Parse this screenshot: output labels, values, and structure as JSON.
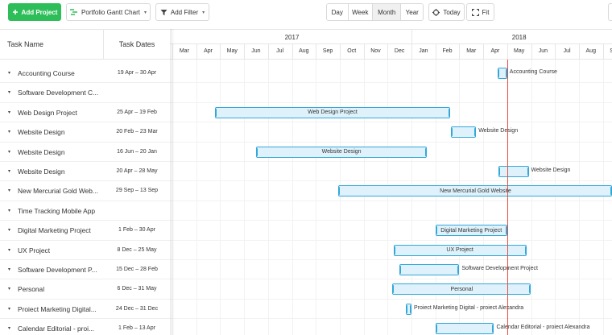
{
  "toolbar": {
    "add_project": "Add Project",
    "view_select": "Portfolio Gantt Chart",
    "add_filter": "Add Filter",
    "scales": [
      "Day",
      "Week",
      "Month",
      "Year"
    ],
    "active_scale": "Month",
    "today": "Today",
    "fit": "Fit"
  },
  "grid": {
    "col_task": "Task Name",
    "col_dates": "Task Dates"
  },
  "timeline": {
    "years": [
      {
        "label": "2017",
        "start": 0
      },
      {
        "label": "2018",
        "start": 10
      }
    ],
    "months": [
      "Mar",
      "Apr",
      "May",
      "Jun",
      "Jul",
      "Aug",
      "Sep",
      "Oct",
      "Nov",
      "Dec",
      "Jan",
      "Feb",
      "Mar",
      "Apr",
      "May",
      "Jun",
      "Jul",
      "Aug",
      "Sep"
    ]
  },
  "rows": [
    {
      "name": "Accounting Course",
      "dates": "19 Apr – 30 Apr",
      "bar": {
        "start": 13.6,
        "end": 14.0,
        "label": "Accounting Course",
        "outside": true
      }
    },
    {
      "name": "Software Development C...",
      "dates": "",
      "bar": null
    },
    {
      "name": "Web Design Project",
      "dates": "25 Apr – 19 Feb",
      "bar": {
        "start": 1.8,
        "end": 11.6,
        "label": "Web Design Project",
        "outside": false
      }
    },
    {
      "name": "Website Design",
      "dates": "20 Feb – 23 Mar",
      "bar": {
        "start": 11.65,
        "end": 12.7,
        "label": "Website Design",
        "outside": true
      }
    },
    {
      "name": "Website Design",
      "dates": "16 Jun – 20 Jan",
      "bar": {
        "start": 3.5,
        "end": 10.65,
        "label": "Website Design",
        "outside": false
      }
    },
    {
      "name": "Website Design",
      "dates": "20 Apr – 28 May",
      "bar": {
        "start": 13.65,
        "end": 14.9,
        "label": "Website Design",
        "outside": true
      }
    },
    {
      "name": "New Mercurial Gold Web...",
      "dates": "29 Sep – 13 Sep",
      "bar": {
        "start": 6.95,
        "end": 18.4,
        "label": "New Mercurial Gold Website",
        "outside": false
      }
    },
    {
      "name": "Time Tracking Mobile App",
      "dates": "",
      "bar": null
    },
    {
      "name": "Digital Marketing Project",
      "dates": "1 Feb – 30 Apr",
      "bar": {
        "start": 11.0,
        "end": 14.0,
        "label": "Digital Marketing Project",
        "outside": false
      }
    },
    {
      "name": "UX Project",
      "dates": "8 Dec – 25 May",
      "bar": {
        "start": 9.25,
        "end": 14.8,
        "label": "UX Project",
        "outside": false
      }
    },
    {
      "name": "Software Development P...",
      "dates": "15 Dec – 28 Feb",
      "bar": {
        "start": 9.5,
        "end": 12.0,
        "label": "Software Development Project",
        "outside": true
      }
    },
    {
      "name": "Personal",
      "dates": "6 Dec – 31 May",
      "bar": {
        "start": 9.2,
        "end": 15.0,
        "label": "Personal",
        "outside": false
      }
    },
    {
      "name": "Proiect Marketing Digital...",
      "dates": "24 Dec – 31 Dec",
      "bar": {
        "start": 9.75,
        "end": 10.0,
        "label": "Proiect Marketing Digital - proiect Alexandra",
        "outside": true
      }
    },
    {
      "name": "Calendar Editorial - proi...",
      "dates": "1 Feb – 13 Apr",
      "bar": {
        "start": 11.0,
        "end": 13.45,
        "label": "Calendar Editorial - proiect Alexandra",
        "outside": true
      }
    }
  ],
  "today_position": 14.0
}
